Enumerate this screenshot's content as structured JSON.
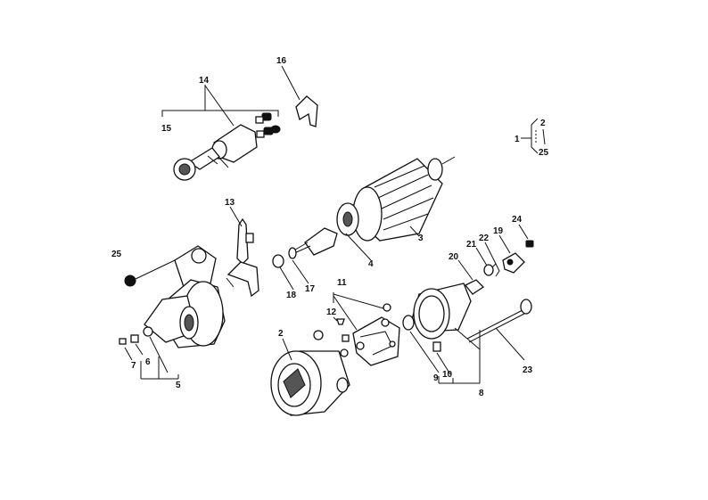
{
  "callouts": {
    "c1": "1",
    "c2": "2",
    "c2b": "2",
    "c3": "3",
    "c4": "4",
    "c5": "5",
    "c6": "6",
    "c7": "7",
    "c8": "8",
    "c9": "9",
    "c10": "10",
    "c11": "11",
    "c12": "12",
    "c13": "13",
    "c14": "14",
    "c15": "15",
    "c16": "16",
    "c17": "17",
    "c18": "18",
    "c19": "19",
    "c20": "20",
    "c21": "21",
    "c22": "22",
    "c23": "23",
    "c24": "24",
    "c25": "25",
    "c25b": "25"
  }
}
